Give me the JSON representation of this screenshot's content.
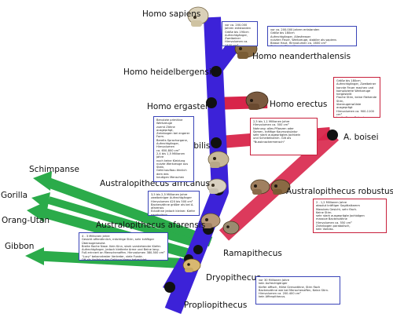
{
  "colors": {
    "blue_trunk": "#3c22d8",
    "red_branch": "#d8254a",
    "green_branch": "#2bab4a",
    "node": "#111111"
  },
  "species": {
    "homo_sapiens": "Homo sapiens",
    "homo_neanderthalensis": "Homo neanderthalensis",
    "homo_heidelbergensis": "Homo heidelbergensis",
    "homo_ergaster": "Homo ergaster",
    "homo_erectus": "Homo erectus",
    "a_boisei": "A. boisei",
    "homo_habilis": "Homo habilis",
    "australopithecus_africanus": "Australopithecus africanus",
    "australopithecus_robustus": "Australopithecus robustus",
    "australopithecus_afarensis": "Australopithecus afarensis",
    "ramapithecus": "Ramapithecus",
    "dryopithecus": "Dryopithecus",
    "propliopithecus": "Propliopithecus",
    "schimpanse": "Schimpanse",
    "gorilla": "Gorilla",
    "orang_utan": "Orang-Utan",
    "gibbon": "Gibbon"
  },
  "notes": {
    "sapiens": "vor ca. 200.000 Jahren entstanden\nGröße bis 190cm\nAufrechtgänger, Zweibeiner\nHirnvolumen ca. 1400 cm³\nJochbein zeigt nur geringe Ausprägung\nweiche Nahrung.",
    "neanderthalensis": "vor ca. 200.000 Jahren entstanden\nGröße bis 180cm\nAufrechtgänger, Allesfresser\nnutzten Feuer, Werkzeuge, stabiler als sapiens\nBlasse Haut, Hirnvolumen ca. 1600 cm³\nfliehende Stirn, Überaugenwülste.",
    "erectus": "Größe bis 180cm\nAufrechtgänger, Zweibeiner\nkannte Feuer machen und\nkomplizierte Werkzeuge\nhergestellt\nFlache Stirn, keine fliehende Stirn,\nüberaugenwülste ausgeprägt\nHirnvolumen ca. 900-1100 cm³\nbreite Nase, Robuster\n1,8 bis 0,3 Millionen Jahre",
    "boisei": "2,5 bis 1,1 Millionen Jahre\nHirnvolumen ca. 500 cm³\nNahrung: alles Pflanzen oder\nSamen, kräftige Kaumuskulatur\nsehr stark ausgeprägtes Jochbein\nund Scheitelkamm. Gilt als\n\"Nussknackermensch\"",
    "habilis": "Benutzte primitive Werkzeuge\nzuerst Zähne ausgeprägt,\nZahnbogen bei engerer Form.\nBereits Sprachorgane,\nAufrechtgänger, Hirnvolumen\nca. 650-800 cm³\n2,4 bis 1,5 Millionen Jahre\nnoch keine Kleidung\nnutzte Werkzeuge aus Stein,\nGehirnaufbau ähnlich dem des\nheutigen Menschen",
    "africanus": "3,5 bis 2,5 Millionen Jahre\nzweibeiniger Aufrechtgänger\nHirnvolumen 420 bis 500 cm³\nBackenzähne größer als bei A. afarensis\nEckzähne jedoch kleiner. Kiefer parabolisch.",
    "robustus": "2 - 1,2 Millionen Jahre\nabsolut kräftiger Sagittalkamm\nMassives Gesicht, sehr flach.\nKeine Stirn.\nsehr stark ausgeprägte Jochbögen\nmassive Backenzähne\nHirnvolumen ca. 550 cm³\nZahnbogen parabolisch,\nkein Vorbiss.",
    "afarensis": "4 - 3 Millionen Jahre\nGesicht affenähnlich, mächtige Stirn, sehr kräftiger Überaugenwulst.\nBreite flache Nase. Kein Kinn, stark vorstehender Kiefer.\nAufrechtgänger, jedoch kletterte Arme und Beine lang.\nFuß erinnert an Menschenaffen. Hirnvolumen 380-500 cm³\n\"Lucy\" bekanntester Vertreter, viele Funde.\nOft als Vorfahre der Gattung Homo betrachtet.",
    "propliopithecus": "vor 30 Millionen Jahre\nkein Aufrechtgänger\nKiefer affisch, Höhe Grenzzähne, Stirn flach\nBackenzähne wie bei Menschenaffen, Keine Stirn.\nHirnvolumen ca. 200-400 cm³\nkein Affenpithecus."
  }
}
